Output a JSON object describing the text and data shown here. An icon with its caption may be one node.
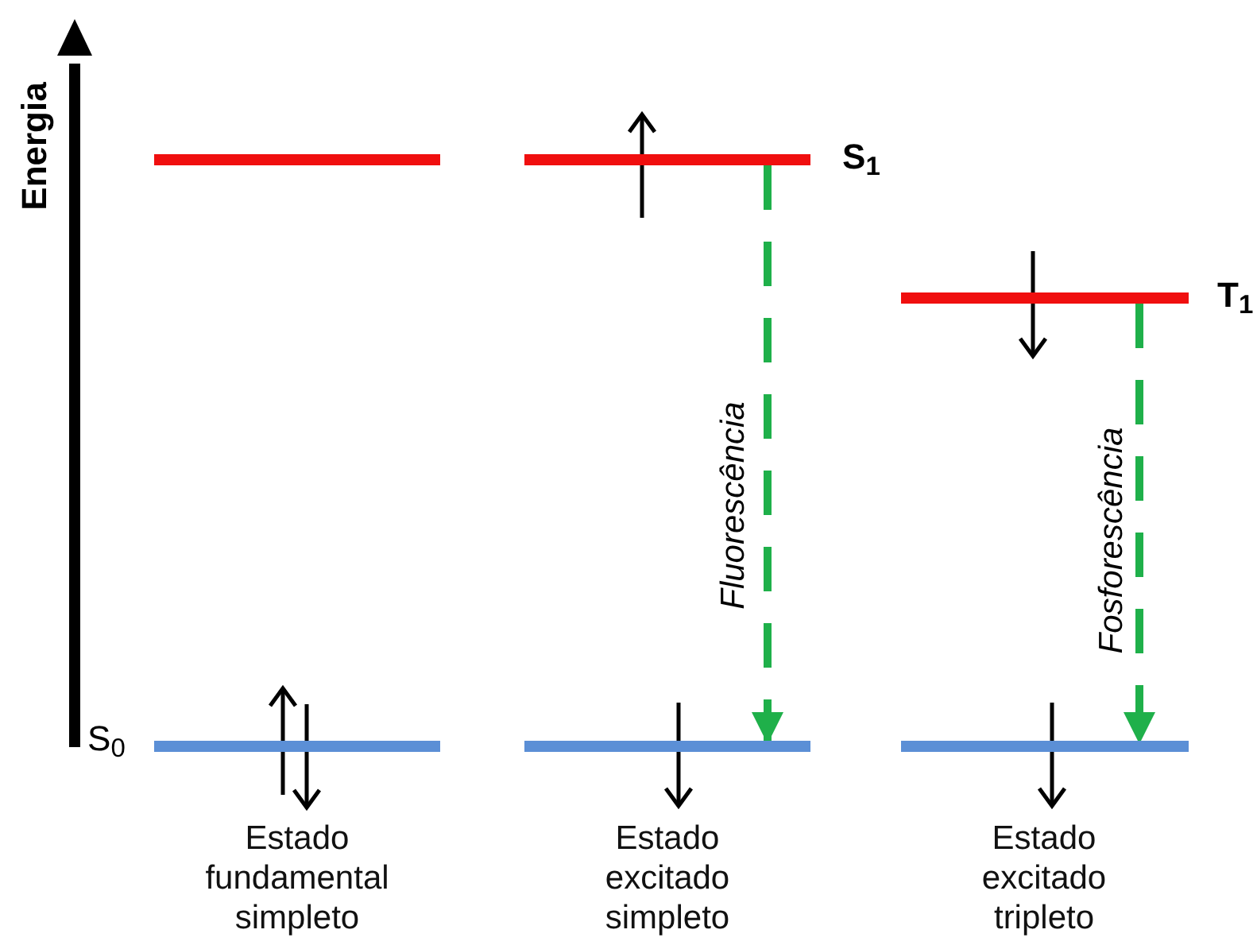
{
  "diagram": {
    "nodes": [
      {
        "text": [],
        "shape": "bar"
      },
      {
        "text": [],
        "shape": "bar",
        "beside": [
          "S$_{1}$"
        ]
      },
      {
        "text": [],
        "shape": "bar",
        "beside": [
          "T$_{1}$"
        ]
      },
      {
        "text": [],
        "shape": "bar",
        "beside": [
          "S$_{0}$",
          "Estado fundamental simpleto"
        ]
      },
      {
        "text": [],
        "shape": "bar",
        "beside": [
          "Estado excitado simpleto"
        ]
      },
      {
        "text": [],
        "shape": "bar",
        "beside": [
          "Estado excitado tripleto"
        ]
      }
    ],
    "edges": [
      {
        "from": 1,
        "to": 4,
        "arrow": "to",
        "label": "Fluorescência",
        "style": "dashed"
      },
      {
        "from": 2,
        "to": 5,
        "arrow": "to",
        "label": "Fosforescência",
        "style": "dashed"
      }
    ],
    "labels": [
      "Energia"
    ]
  }
}
